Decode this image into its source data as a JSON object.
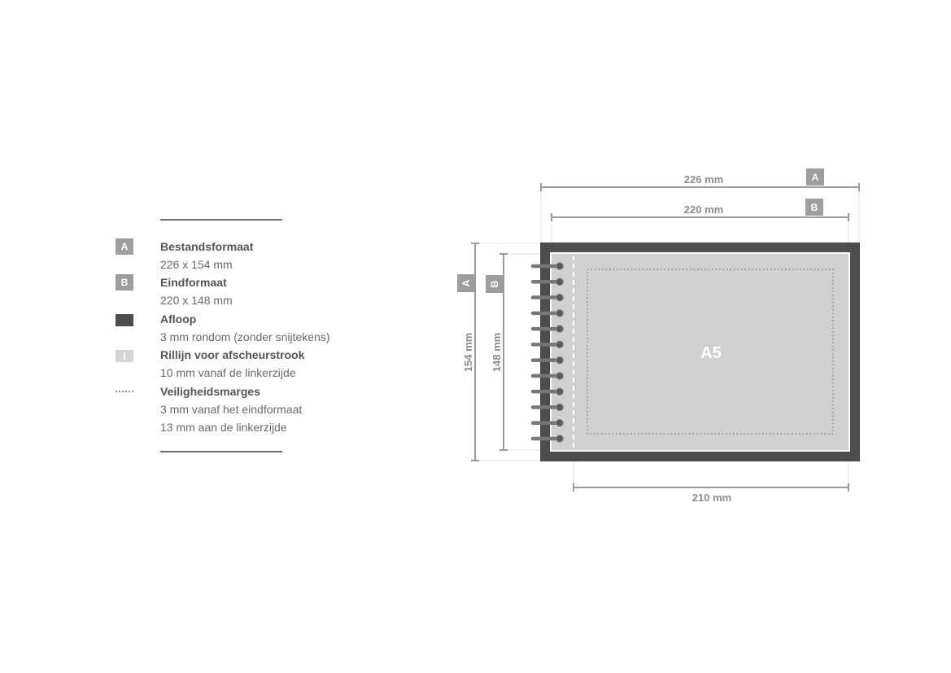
{
  "legend": {
    "items": [
      {
        "marker": "A",
        "title": "Bestandsformaat",
        "lines": [
          "226 x 154 mm"
        ]
      },
      {
        "marker": "B",
        "title": "Eindformaat",
        "lines": [
          "220 x 148 mm"
        ]
      },
      {
        "marker": "",
        "title": "Afloop",
        "lines": [
          "3 mm rondom (zonder snijtekens)"
        ]
      },
      {
        "marker": "",
        "title": "Rillijn voor afscheurstrook",
        "lines": [
          "10 mm vanaf de linkerzijde"
        ]
      },
      {
        "marker": "",
        "title": "Veiligheidsmarges",
        "lines": [
          "3 mm vanaf het eindformaat",
          "13 mm aan de linkerzijde"
        ]
      }
    ]
  },
  "diagram": {
    "format_label": "A5",
    "file_width_label": "226 mm",
    "final_width_label": "220 mm",
    "content_width_label": "210 mm",
    "file_height_label": "154 mm",
    "final_height_label": "148 mm",
    "marker_a": "A",
    "marker_b": "B",
    "coil_count": 12,
    "colors": {
      "bleed": "#4d4d4d",
      "page": "#d0d0d0",
      "border": "#ffffff",
      "dim_line": "#9b9b9b",
      "label": "#8c8c8c",
      "marker": "#9e9e9e",
      "coil": "#777777"
    }
  }
}
